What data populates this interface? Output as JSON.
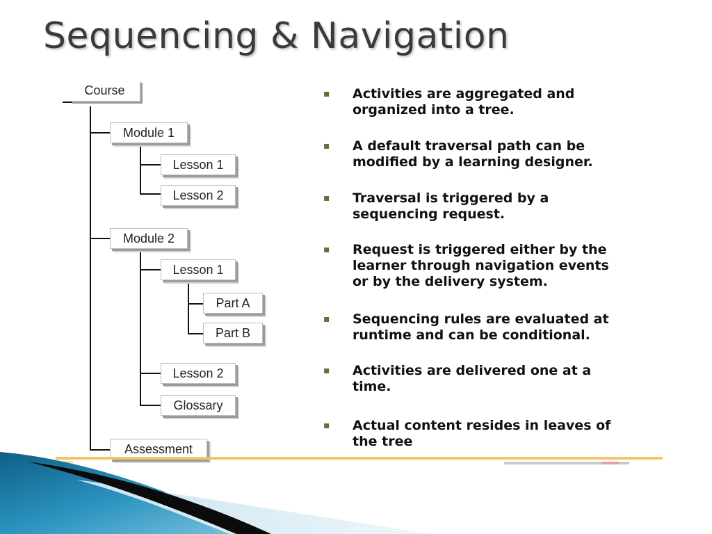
{
  "slide": {
    "title": "Sequencing & Navigation"
  },
  "tree": {
    "root": "Course",
    "module1": "Module 1",
    "m1_lesson1": "Lesson 1",
    "m1_lesson2": "Lesson 2",
    "module2": "Module 2",
    "m2_lesson1": "Lesson 1",
    "part_a": "Part A",
    "part_b": "Part B",
    "m2_lesson2": "Lesson 2",
    "glossary": "Glossary",
    "assessment": "Assessment"
  },
  "bullets": [
    {
      "line1": "Activities are aggregated and",
      "line2": "organized into a tree."
    },
    {
      "line1": "A default traversal path can be",
      "line2": "modified by a learning designer."
    },
    {
      "line1": "Traversal is triggered by a",
      "line2": "sequencing request."
    },
    {
      "line1": "Request is triggered either by the",
      "line2": "learner through navigation events",
      "line3": "or by the delivery system."
    },
    {
      "line1": "Sequencing rules are evaluated at",
      "line2": "runtime and can be conditional."
    },
    {
      "line1": "Activities are delivered one at a",
      "line2": "time."
    },
    {
      "line1": "Actual content resides in leaves of",
      "line2": "the tree"
    }
  ],
  "bullet_marker": "▪",
  "colors": {
    "title": "#3a3a3a",
    "rule": "#f3c46a",
    "swoosh_dark": "#0b0b0b",
    "swoosh_blue": "#1f7fa8"
  }
}
